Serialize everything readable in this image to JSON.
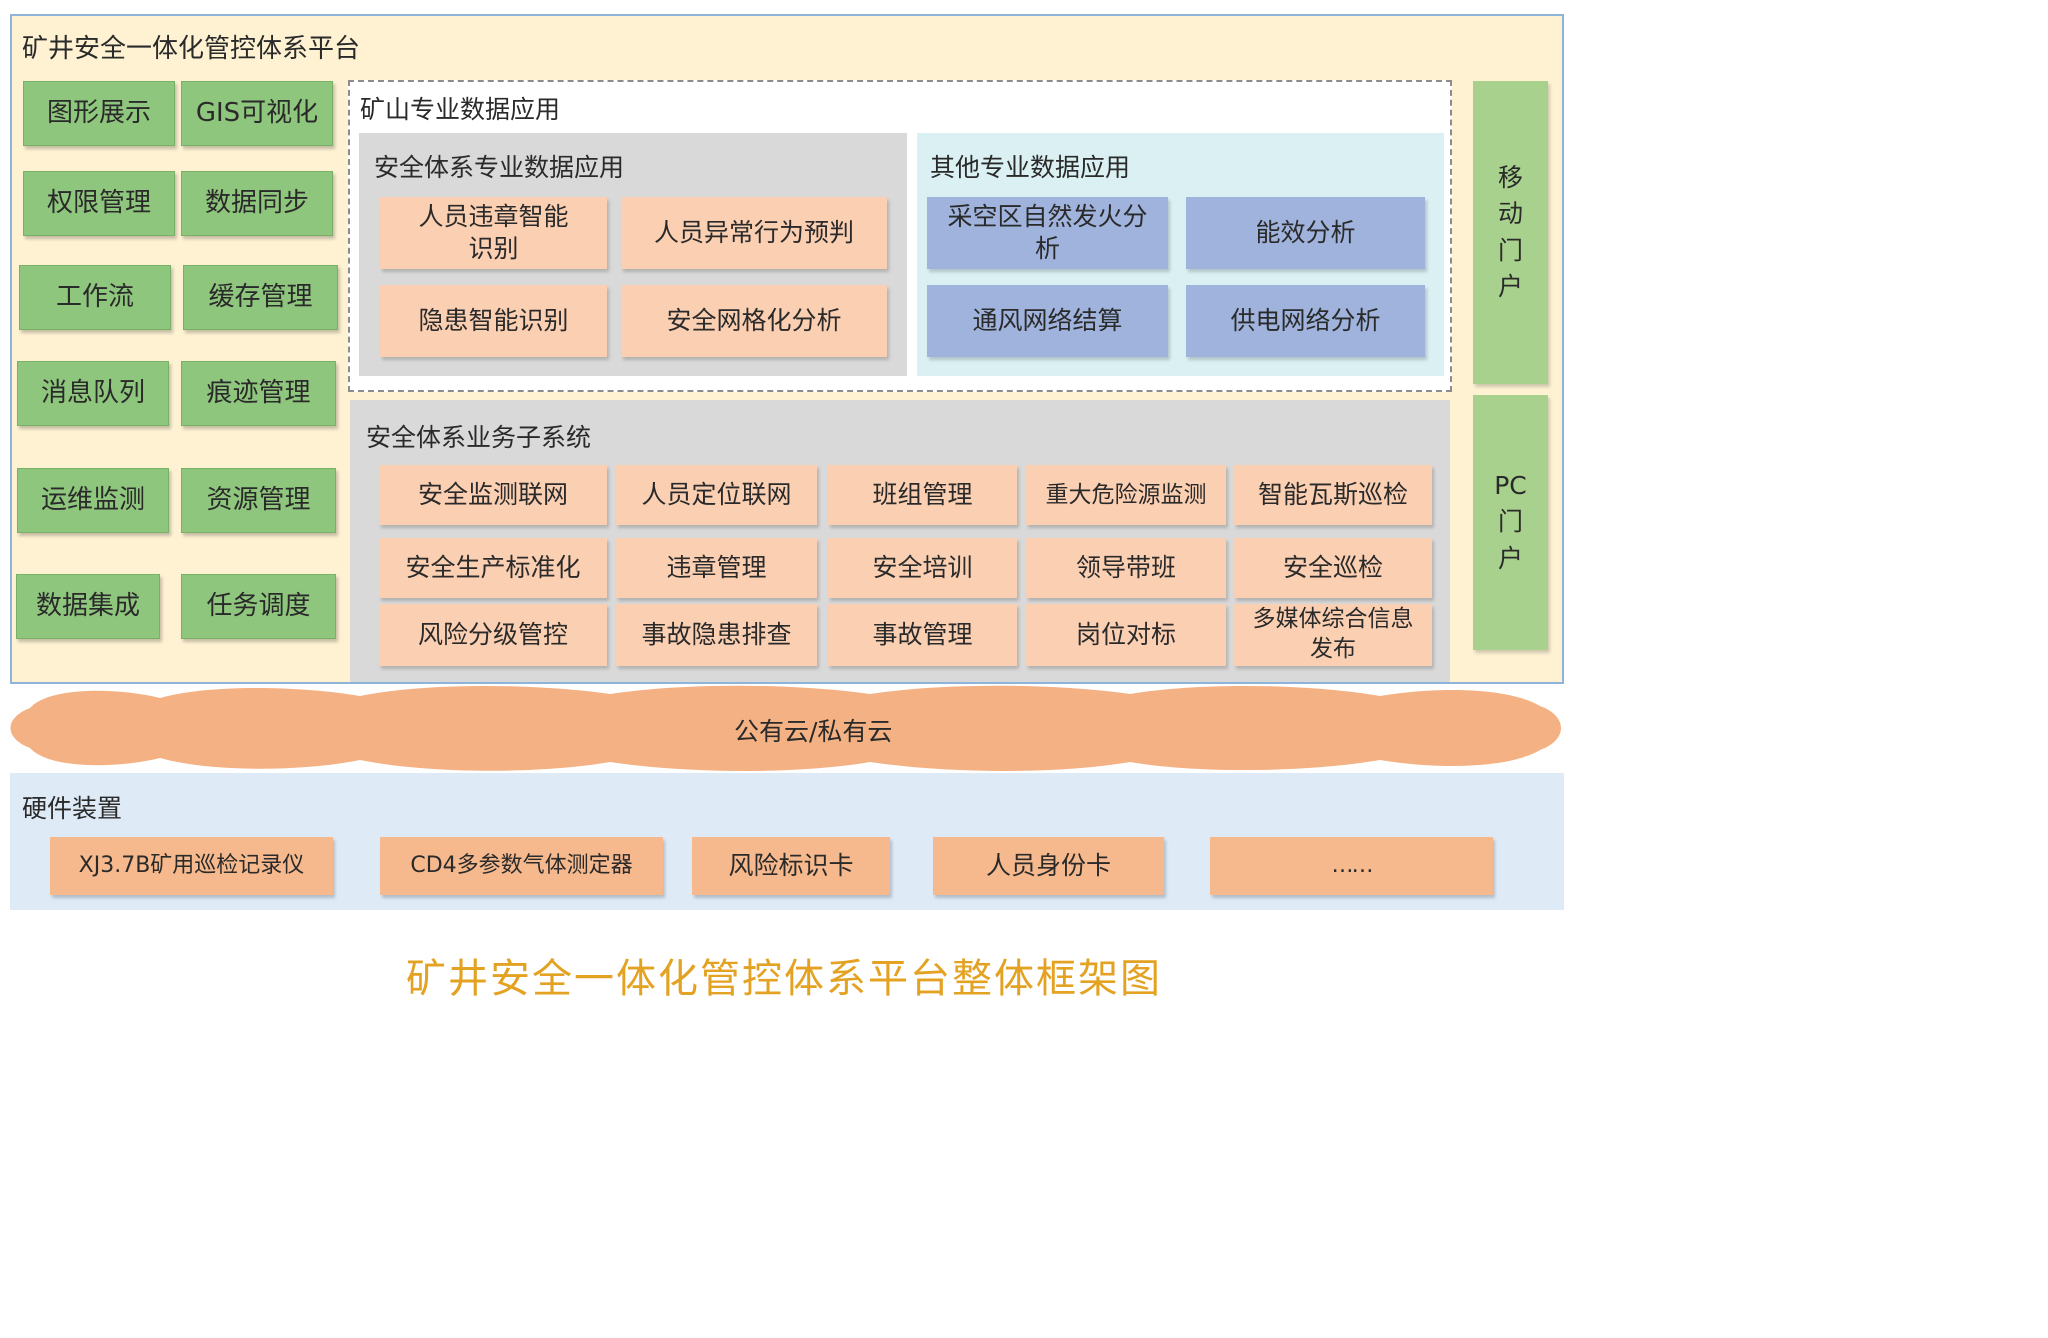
{
  "platform": {
    "title": "矿井安全一体化管控体系平台",
    "left_modules": [
      [
        "图形展示",
        "GIS可视化"
      ],
      [
        "权限管理",
        "数据同步"
      ],
      [
        "工作流",
        "缓存管理"
      ],
      [
        "消息队列",
        "痕迹管理"
      ],
      [
        "运维监测",
        "资源管理"
      ],
      [
        "数据集成",
        "任务调度"
      ]
    ],
    "mining_data_apps": {
      "title": "矿山专业数据应用",
      "safety": {
        "title": "安全体系专业数据应用",
        "items": [
          "人员违章智能识别",
          "人员异常行为预判",
          "隐患智能识别",
          "安全网格化分析"
        ]
      },
      "other": {
        "title": "其他专业数据应用",
        "items": [
          "采空区自然发火分析",
          "能效分析",
          "通风网络结算",
          "供电网络分析"
        ]
      }
    },
    "business_subsystems": {
      "title": "安全体系业务子系统",
      "rows": [
        [
          "安全监测联网",
          "人员定位联网",
          "班组管理",
          "重大危险源监测",
          "智能瓦斯巡检"
        ],
        [
          "安全生产标准化",
          "违章管理",
          "安全培训",
          "领导带班",
          "安全巡检"
        ],
        [
          "风险分级管控",
          "事故隐患排查",
          "事故管理",
          "岗位对标",
          "多媒体综合信息发布"
        ]
      ]
    },
    "portals": {
      "mobile": "移动门户",
      "pc": "PC门户"
    }
  },
  "cloud": {
    "label": "公有云/私有云"
  },
  "hardware": {
    "title": "硬件装置",
    "items": [
      "XJ3.7B矿用巡检记录仪",
      "CD4多参数气体测定器",
      "风险标识卡",
      "人员身份卡",
      "……"
    ]
  },
  "caption": "矿井安全一体化管控体系平台整体框架图",
  "colors": {
    "platform_bg": "#fef2d3",
    "green_module": "#8fc67d",
    "portal_green": "#a9d18e",
    "peach_item": "#fbcfb2",
    "blue_item": "#9fb3dc",
    "cloud": "#f4b183",
    "hardware_bg": "#deebf7",
    "hardware_item": "#f6b98d",
    "caption": "#e3a222"
  }
}
